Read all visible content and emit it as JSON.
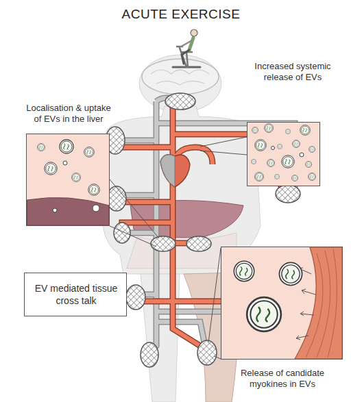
{
  "diagram": {
    "title": "ACUTE EXERCISE",
    "nodes": [
      {
        "text": [
          "Localisation & uptake of EVs in the liver"
        ]
      },
      {
        "text": [
          "Increased systemic release of EVs"
        ]
      },
      {
        "text": [
          "EV mediated tissue cross talk"
        ]
      },
      {
        "text": [
          "Release of candidate myokines in EVs"
        ]
      }
    ]
  }
}
